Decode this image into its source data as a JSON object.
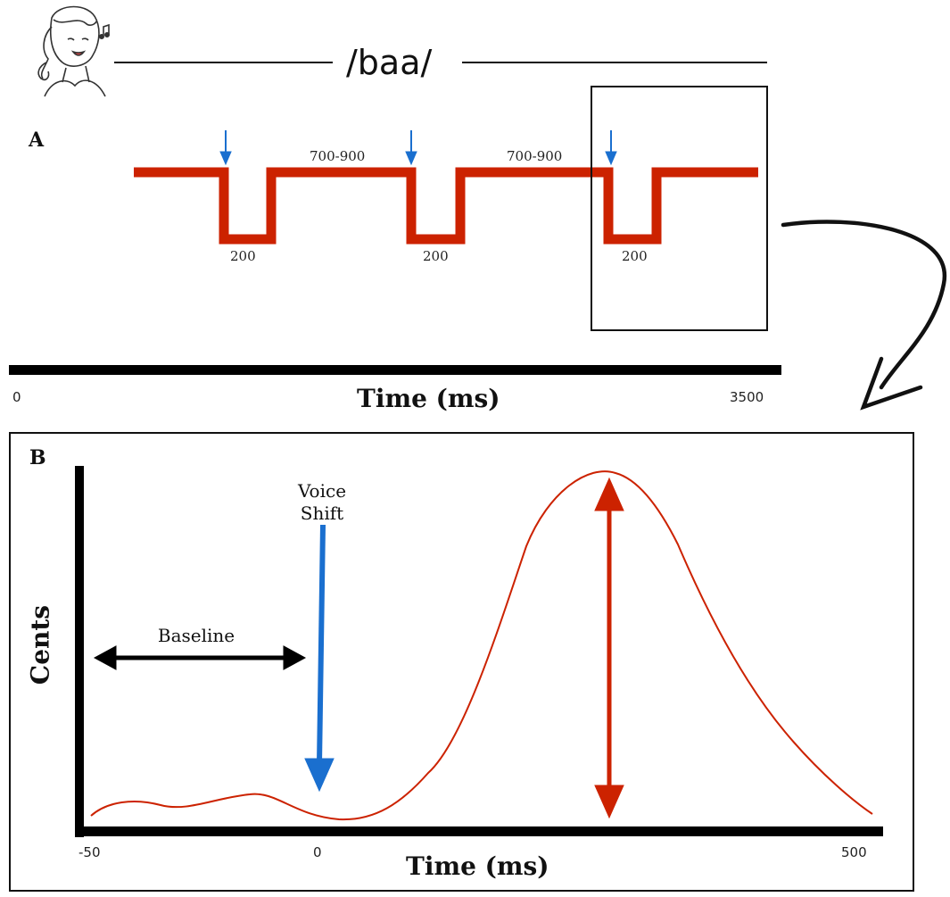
{
  "stimulus": {
    "label": "/baa/"
  },
  "panel_a": {
    "letter": "A",
    "interval_labels": [
      "700-900",
      "700-900"
    ],
    "pulse_labels": [
      "200",
      "200",
      "200"
    ],
    "time_axis": {
      "title": "Time (ms)",
      "start_label": "0",
      "end_label": "3500"
    },
    "colors": {
      "trace": "#cc2200",
      "marker": "#1a6fcf"
    }
  },
  "panel_b": {
    "letter": "B",
    "y_title": "Cents",
    "time_axis": {
      "title": "Time (ms)",
      "ticks": [
        "-50",
        "0",
        "500"
      ]
    },
    "baseline_label": "Baseline",
    "voice_shift_label_line1": "Voice",
    "voice_shift_label_line2": "Shift",
    "colors": {
      "response": "#cc2200",
      "shift_arrow": "#1a6fcf",
      "baseline_arrow": "#000000"
    }
  }
}
